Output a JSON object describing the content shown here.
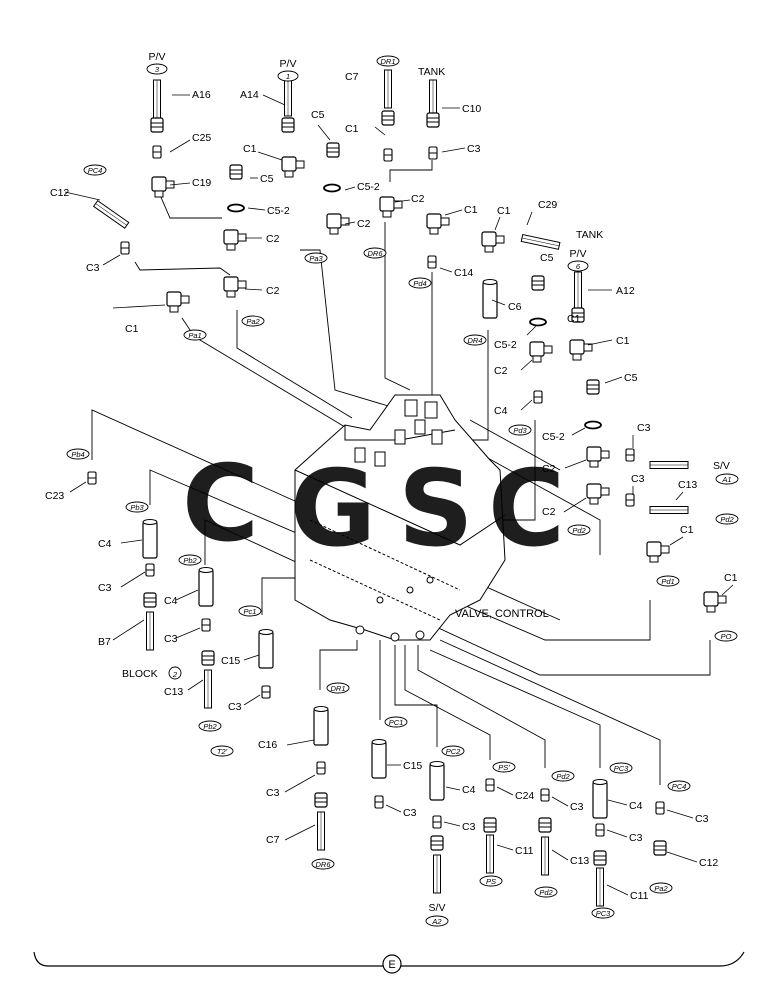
{
  "diagram": {
    "main_label": "VALVE, CONTROL",
    "section_mark": "E",
    "watermark": {
      "letters": [
        "C",
        "G",
        "S",
        "C"
      ],
      "colors": [
        "#5b8ff0",
        "#ee6f6b",
        "#f6cf55",
        "#3aa37a"
      ]
    },
    "oval_labels": {
      "pv3_head": "P/V",
      "pv3_num": "3",
      "pv1_head": "P/V",
      "pv1_num": "1",
      "pv6_head": "P/V",
      "pv6_num": "6",
      "dr1_top": "DR1",
      "pc4_top": "PC4",
      "pa3": "Pa3",
      "dr6": "DR6",
      "pd4": "Pd4",
      "pa2": "Pa2",
      "pa1": "Pa1",
      "dr4": "DR4",
      "pd3": "Pd3",
      "pb4": "Pb4",
      "pb3": "Pb3",
      "pb2": "Pb2",
      "pc1_left": "Pc1",
      "pb2_lower": "Pb2",
      "t2": "T2'",
      "sv_a1": "A1",
      "pd2_r1": "Pd2",
      "pd2_r2": "Pd2",
      "pd1": "Pd1",
      "po": "PO",
      "dr1_low": "DR1",
      "pc1_low": "PC1",
      "pc2": "PC2",
      "ps_top": "PS'",
      "pd2_low": "Pd2",
      "pc3_top": "PC3",
      "pc4_low": "PC4",
      "dr6_low": "DR6",
      "ps_bot": "PS",
      "pd2_bot": "Pd2",
      "pc3_bot": "PC3",
      "pa2_bot": "Pa2",
      "sv_a2": "A2"
    },
    "labels": {
      "a16": "A16",
      "c25": "C25",
      "c19": "C19",
      "c12_tl": "C12",
      "c3_tl": "C3",
      "a14": "A14",
      "c1_a": "C1",
      "c5_a": "C5",
      "c5_b": "C5",
      "c5_2_a": "C5-2",
      "c2_a": "C2",
      "c2_b": "C2",
      "c7_top": "C7",
      "c1_b": "C1",
      "c5_2_b": "C5-2",
      "c2_c": "C2",
      "tank_top": "TANK",
      "c10": "C10",
      "c3_a": "C3",
      "c2_d": "C2",
      "c1_c": "C1",
      "c14": "C14",
      "c1_d": "C1",
      "c29": "C29",
      "tank_r": "TANK",
      "c5_c": "C5",
      "c6": "C6",
      "a12": "A12",
      "c5_2_c": "C5-2",
      "c1_e": "C1",
      "c2_e": "C2",
      "c1_f": "C1",
      "c4_a": "C4",
      "c5_d": "C5",
      "c5_2_d": "C5-2",
      "c3_b": "C3",
      "sv_r": "S/V",
      "c2_f": "C2",
      "c3_c": "C3",
      "c13_r": "C13",
      "c2_g": "C2",
      "c1_g": "C1",
      "c1_h": "C1",
      "c23": "C23",
      "c4_b": "C4",
      "c3_d": "C3",
      "c4_c": "C4",
      "c3_e": "C3",
      "b7": "B7",
      "block": "BLOCK",
      "block_num": "2",
      "c13_l": "C13",
      "c15_l": "C15",
      "c3_f": "C3",
      "c16": "C16",
      "c3_g": "C3",
      "c7_low": "C7",
      "c15_m": "C15",
      "c3_h": "C3",
      "c4_d": "C4",
      "c3_i": "C3",
      "c24": "C24",
      "c3_j": "C3",
      "c11_a": "C11",
      "c13_m": "C13",
      "c4_e": "C4",
      "c3_k": "C3",
      "c3_l": "C3",
      "c12_br": "C12",
      "c11_b": "C11",
      "sv_bot": "S/V"
    }
  }
}
